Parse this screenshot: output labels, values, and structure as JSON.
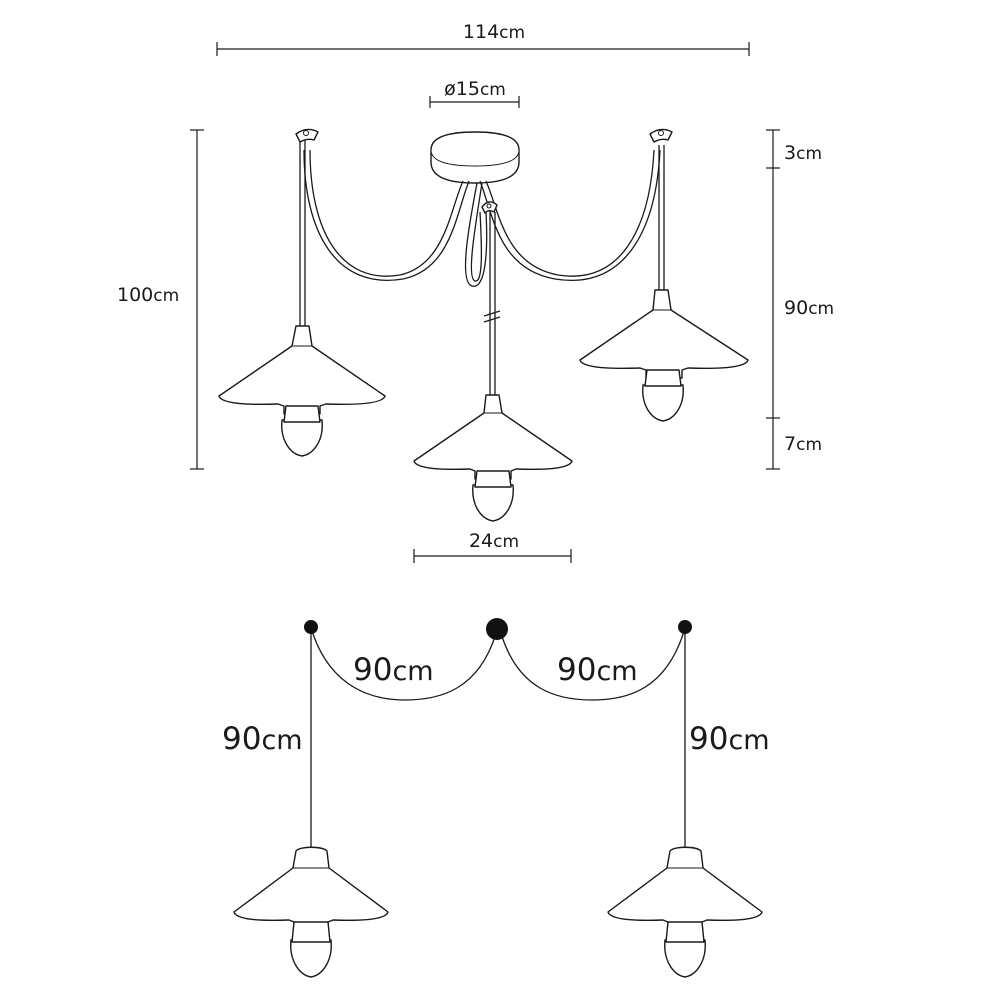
{
  "top_view": {
    "total_width": {
      "value": "114",
      "unit": "cm"
    },
    "canopy_diameter": {
      "value": "ø15",
      "unit": "cm"
    },
    "total_height": {
      "value": "100",
      "unit": "cm"
    },
    "canopy_height": {
      "value": "3",
      "unit": "cm"
    },
    "cable_length": {
      "value": "90",
      "unit": "cm"
    },
    "shade_height": {
      "value": "7",
      "unit": "cm"
    },
    "shade_diameter": {
      "value": "24",
      "unit": "cm"
    }
  },
  "bottom_view": {
    "left_span": {
      "value": "90",
      "unit": "cm"
    },
    "right_span": {
      "value": "90",
      "unit": "cm"
    },
    "left_drop": {
      "value": "90",
      "unit": "cm"
    },
    "right_drop": {
      "value": "90",
      "unit": "cm"
    }
  }
}
